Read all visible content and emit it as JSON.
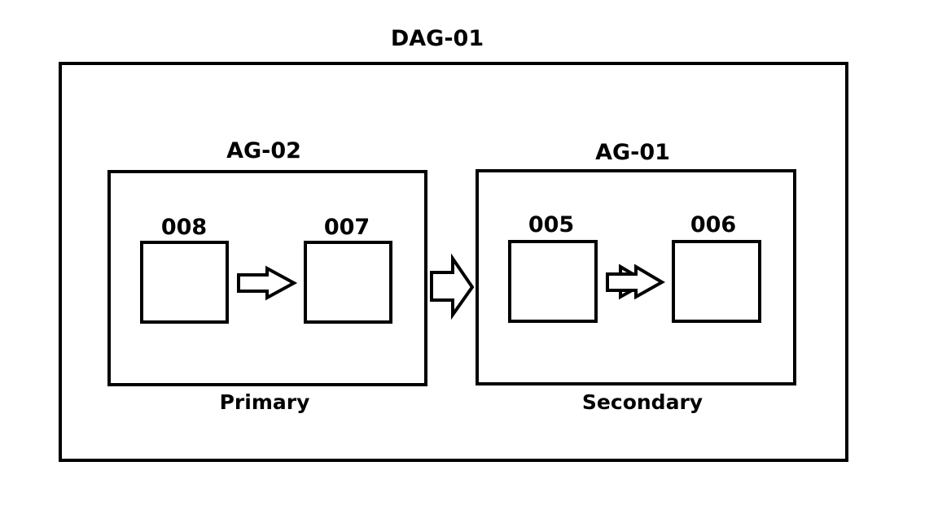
{
  "dag": {
    "title": "DAG-01"
  },
  "groups": [
    {
      "id": "ag02",
      "title": "AG-02",
      "role": "Primary",
      "servers": [
        "008",
        "007"
      ]
    },
    {
      "id": "ag01",
      "title": "AG-01",
      "role": "Secondary",
      "servers": [
        "005",
        "006"
      ]
    }
  ],
  "colors": {
    "stroke": "#000000",
    "background": "#ffffff"
  }
}
